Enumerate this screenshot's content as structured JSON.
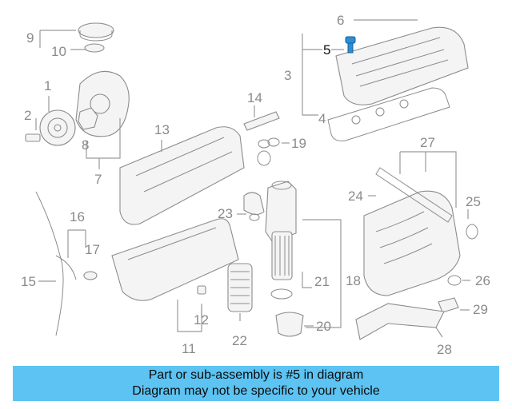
{
  "callouts": {
    "c1": "1",
    "c2": "2",
    "c3": "3",
    "c4": "4",
    "c5": "5",
    "c6": "6",
    "c7": "7",
    "c8": "8",
    "c9": "9",
    "c10": "10",
    "c11": "11",
    "c12": "12",
    "c13": "13",
    "c14": "14",
    "c15": "15",
    "c16": "16",
    "c17": "17",
    "c18": "18",
    "c19": "19",
    "c20": "20",
    "c21": "21",
    "c22": "22",
    "c23": "23",
    "c24": "24",
    "c25": "25",
    "c26": "26",
    "c27": "27",
    "c28": "28",
    "c29": "29"
  },
  "highlight": {
    "color": "#2a8fd6",
    "part_number": "5"
  },
  "banner": {
    "line1": "Part or sub-assembly is #5 in diagram",
    "line2": "Diagram may not be specific to your vehicle",
    "color": "#5cc3f2"
  }
}
